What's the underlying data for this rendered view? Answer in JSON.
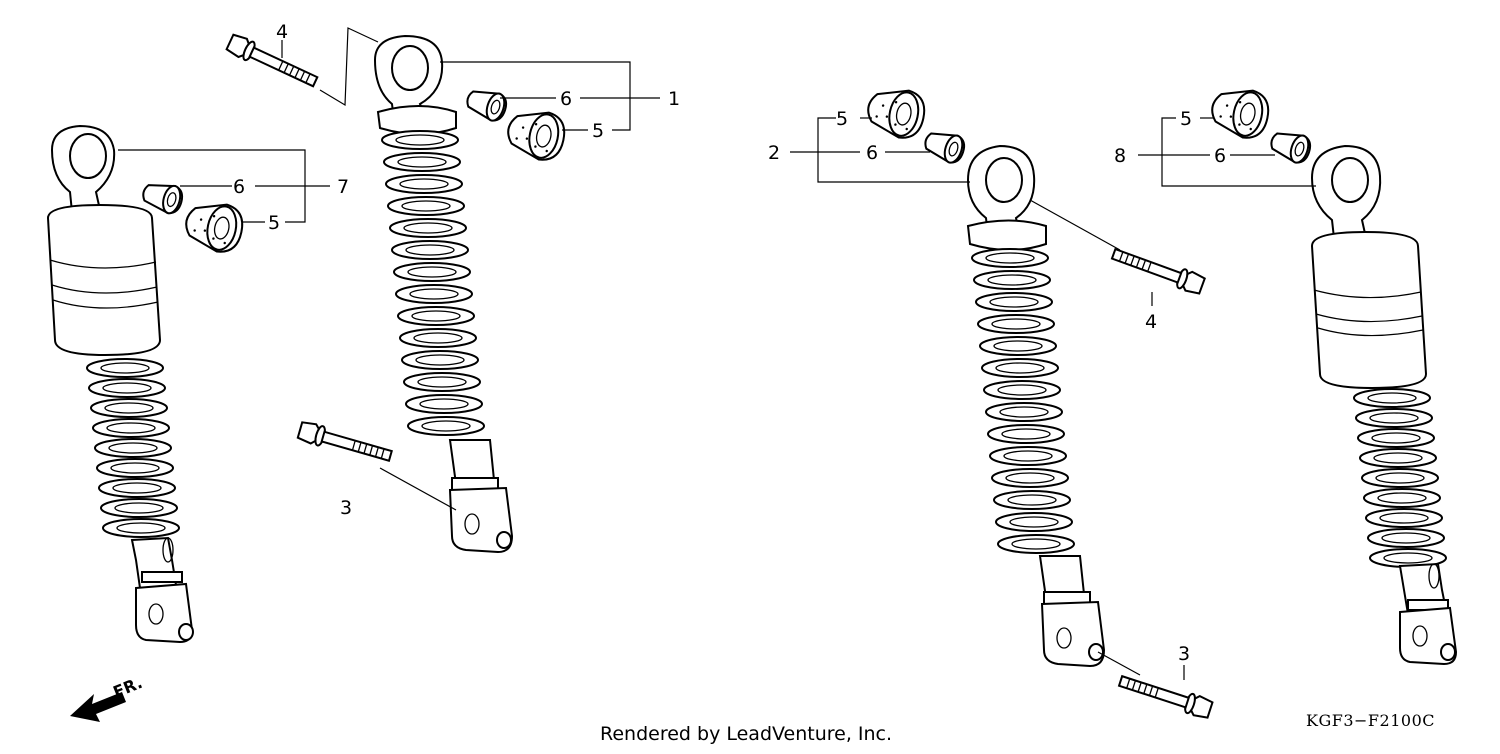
{
  "diagram": {
    "callouts": {
      "left_shock_part": "7",
      "left_collar": "6",
      "left_bushing": "5",
      "upper_bolt_a": "4",
      "center_shock_part": "1",
      "center_collar": "6",
      "center_bushing": "5",
      "lower_bolt_a": "3",
      "right_shock_part": "2",
      "right_bushing": "5",
      "right_collar": "6",
      "upper_bolt_b": "4",
      "far_shock_part": "8",
      "far_bushing": "5",
      "far_collar": "6",
      "lower_bolt_b": "3"
    },
    "direction_label": "FR.",
    "drawing_code": "KGF3−F2100C",
    "credit": "Rendered by LeadVenture, Inc."
  }
}
